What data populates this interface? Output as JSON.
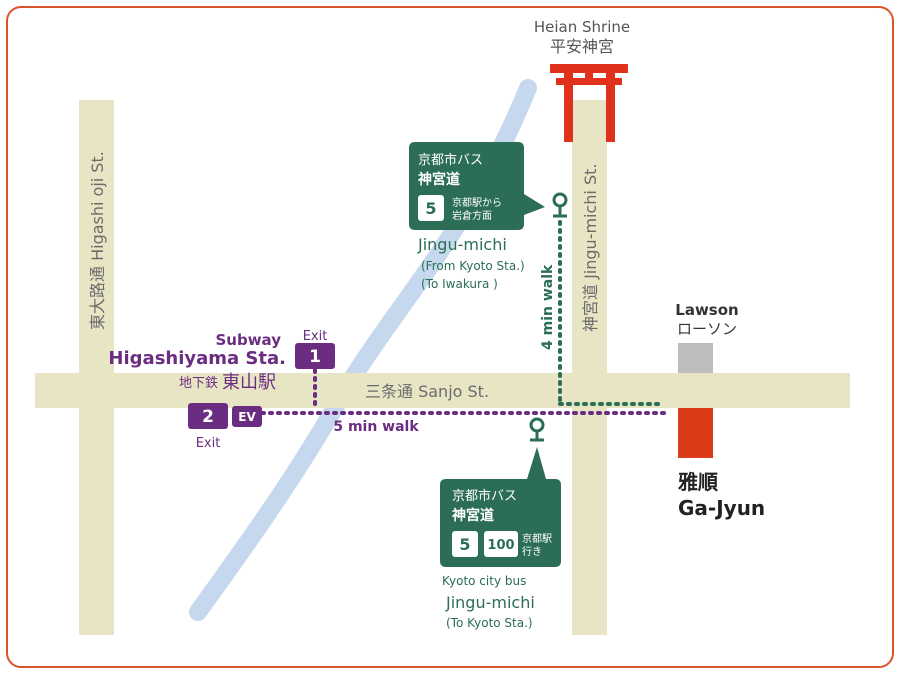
{
  "shrine": {
    "name_en": "Heian Shrine",
    "name_ja": "平安神宮"
  },
  "roads": {
    "higashioji": "東大路通 Higashi oji St.",
    "jingumichi": "神宮道 Jingu-michi St.",
    "sanjo": "三条通 Sanjo St."
  },
  "subway": {
    "line1": "Subway",
    "line2": "Higashiyama Sta.",
    "ja_prefix": "地下鉄",
    "ja_station": "東山駅",
    "exit1_num": "1",
    "exit1_label": "Exit",
    "exit2_num": "2",
    "exit2_label": "Exit",
    "ev": "EV"
  },
  "walks": {
    "walk5": "5 min walk",
    "walk4": "4 min walk"
  },
  "bus_north": {
    "company": "京都市バス",
    "stop_ja": "神宮道",
    "route": "5",
    "dir_line1": "京都駅から",
    "dir_line2": "岩倉方面",
    "stop_en": "Jingu-michi",
    "note1": "(From Kyoto Sta.)",
    "note2": "(To Iwakura )"
  },
  "bus_south": {
    "company": "京都市バス",
    "stop_ja": "神宮道",
    "route1": "5",
    "route2": "100",
    "dir_line1": "京都駅",
    "dir_line2": "行き",
    "label": "Kyoto city bus",
    "stop_en": "Jingu-michi",
    "note": "(To Kyoto Sta.)"
  },
  "lawson": {
    "en": "Lawson",
    "ja": "ローソン"
  },
  "destination": {
    "ja": "雅順",
    "en": "Ga-Jyun"
  },
  "colors": {
    "frame": "#d9532b",
    "road": "#e8e5c4",
    "river": "#c5d8ee",
    "purple": "#6b2d82",
    "green": "#2b6e55",
    "torii": "#e0311c",
    "dest": "#d93c17",
    "lawson": "#bdbdbd",
    "road_text": "#6b6b6b"
  }
}
